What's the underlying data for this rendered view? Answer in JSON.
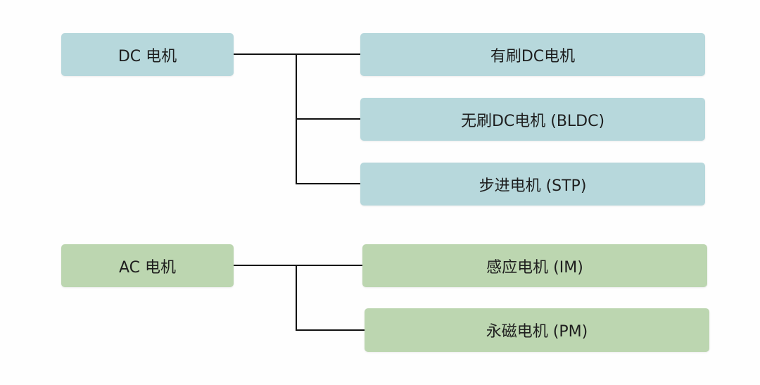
{
  "colors": {
    "dc": "#b7d8dc",
    "ac": "#bcd6b0",
    "line": "#111111"
  },
  "groups": [
    {
      "label": "DC 电机",
      "children": [
        "有刷DC电机",
        "无刷DC电机 (BLDC)",
        "步进电机 (STP)"
      ]
    },
    {
      "label": "AC 电机",
      "children": [
        "感应电机 (IM)",
        "永磁电机 (PM)"
      ]
    }
  ]
}
